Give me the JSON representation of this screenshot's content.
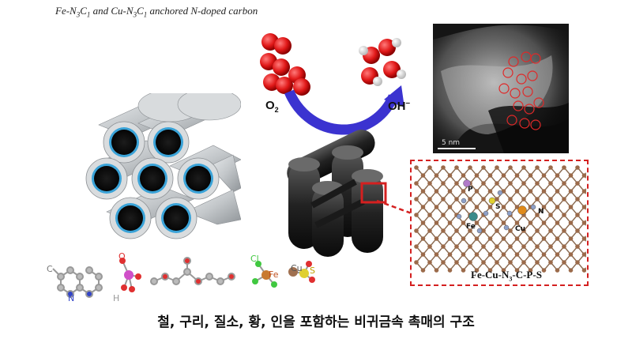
{
  "caption": {
    "top": {
      "fe": "Fe-N",
      "fe_sub1": "3",
      "fe_c": "C",
      "fe_sub2": "1",
      "mid": " and Cu-N",
      "cu_sub1": "3",
      "cu_c": "C",
      "cu_sub2": "1",
      "tail": " anchored N-doped carbon"
    },
    "bottom": "철, 구리, 질소, 황, 인을 포함하는 비귀금속 촉매의 구조"
  },
  "reaction": {
    "o2_o": "O",
    "o2_sub": "2",
    "oh": "OH",
    "oh_sup": "–"
  },
  "tem": {
    "scale_label": "5 nm"
  },
  "inset": {
    "title_a": "Fe-Cu-N",
    "title_sub": "3",
    "title_b": "-C-P-S",
    "atoms": {
      "p": "P",
      "s": "S",
      "n": "N",
      "fe": "Fe",
      "cu": "Cu"
    }
  },
  "precursors": {
    "n": "N",
    "o": "O",
    "h": "H",
    "cl": "Cl",
    "fe": "Fe",
    "cu": "Cu",
    "s": "S",
    "c": "C"
  },
  "colors": {
    "accent_red": "#d42020",
    "arrow_blue": "#3b33d0",
    "carbon_brown": "#9b6a4a",
    "nitrogen_blue": "#8ea0c8",
    "copper_orange": "#e08a1a",
    "sulfur_yellow": "#e0d030",
    "phosphorus_purple": "#b07ac8",
    "iron_teal": "#3a8a8a",
    "tube_gray": "#c8cccf",
    "tube_ring": "#3aa3d8"
  }
}
